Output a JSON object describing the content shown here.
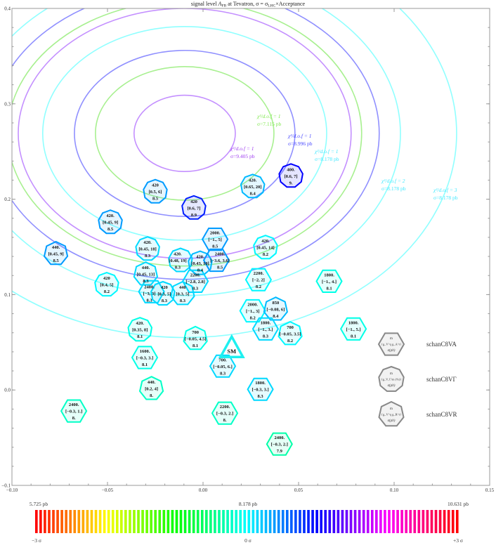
{
  "chart_data": {
    "type": "scatter",
    "title": "signal level A_FB at Tevatron, σ = σ_LHC×Acceptance",
    "title_parts": {
      "pre": "signal level ",
      "sym": "A",
      "sub": "FB",
      "mid": " at Tevatron, σ = σ",
      "sub2": "LHC",
      "post": "×Acceptance"
    },
    "xlim": [
      -0.1,
      0.15
    ],
    "ylim": [
      -0.1,
      0.4
    ],
    "xticks": [
      "−0.10",
      "−0.05",
      "0.00",
      "0.05",
      "0.10",
      "0.15"
    ],
    "xtick_values": [
      -0.1,
      -0.05,
      0.0,
      0.05,
      0.1,
      0.15
    ],
    "yticks": [
      "−0.1",
      "0.0",
      "0.1",
      "0.2",
      "0.3",
      "0.4"
    ],
    "ytick_values": [
      -0.1,
      0.0,
      0.1,
      0.2,
      0.3,
      0.4
    ],
    "grid": false,
    "contours": [
      {
        "color": "#c490ff",
        "cx": -0.0096,
        "cy": 0.269,
        "rx": 0.0265,
        "ry": 0.04
      },
      {
        "color": "#a8f090",
        "cx": -0.0096,
        "cy": 0.269,
        "rx": 0.0467,
        "ry": 0.07
      },
      {
        "color": "#9090ff",
        "cx": -0.0096,
        "cy": 0.269,
        "rx": 0.0577,
        "ry": 0.087
      },
      {
        "color": "#90ffff",
        "cx": -0.0096,
        "cy": 0.269,
        "rx": 0.0743,
        "ry": 0.112
      },
      {
        "color": "#c490ff",
        "cx": -0.0096,
        "cy": 0.269,
        "rx": 0.0871,
        "ry": 0.131
      },
      {
        "color": "#a8f090",
        "cx": -0.0096,
        "cy": 0.269,
        "rx": 0.0926,
        "ry": 0.139
      },
      {
        "color": "#9090ff",
        "cx": -0.0096,
        "cy": 0.269,
        "rx": 0.1018,
        "ry": 0.153
      },
      {
        "color": "#90ffff",
        "cx": -0.0096,
        "cy": 0.269,
        "rx": 0.1129,
        "ry": 0.17
      },
      {
        "color": "#90ffff",
        "cx": -0.0096,
        "cy": 0.269,
        "rx": 0.1423,
        "ry": 0.214
      }
    ],
    "contour_labels": [
      {
        "line1": "χ²/d.o.f = 1",
        "line2": "σ=7.115 pb",
        "color": "#80e850"
      },
      {
        "line1": "χ²/d.o.f = 1",
        "line2": "σ=9.405 pb",
        "color": "#a040f0"
      },
      {
        "line1": "χ²/d.o.f = 1",
        "line2": "σ=8.996 pb",
        "color": "#4a4aff"
      },
      {
        "line1": "χ²/d.o.f = 1",
        "line2": "σ=8.178 pb",
        "color": "#40e8ff"
      },
      {
        "line1": "χ²/d.o.f = 2",
        "line2": "σ=8.178 pb",
        "color": "#40e8ff"
      },
      {
        "line1": "χ²/d.o.f = 3",
        "line2": "σ=8.178 pb",
        "color": "#40e8ff"
      }
    ],
    "points": [
      {
        "x": -0.025,
        "y": 0.208,
        "mass": "420",
        "range": "[0.5, 6]",
        "sigma": "8.5",
        "model": "VG"
      },
      {
        "x": -0.0048,
        "y": 0.191,
        "mass": "420",
        "range": "[0.6, 7]",
        "sigma": "8.9",
        "model": "VG"
      },
      {
        "x": -0.0485,
        "y": 0.176,
        "mass": "420.",
        "range": "[0.45, 9]",
        "sigma": "8.5",
        "model": "VG"
      },
      {
        "x": -0.077,
        "y": 0.143,
        "mass": "440.",
        "range": "[0.45, 9]",
        "sigma": "8.5",
        "model": "VR"
      },
      {
        "x": 0.0063,
        "y": 0.158,
        "mass": "2000.",
        "range": "[−1., 5]",
        "sigma": "8.5",
        "model": "VA"
      },
      {
        "x": -0.029,
        "y": 0.148,
        "mass": "420.",
        "range": "[0.45, 18]",
        "sigma": "8.3",
        "model": "VG"
      },
      {
        "x": -0.0118,
        "y": 0.136,
        "mass": "420.",
        "range": "[0.48, 19]",
        "sigma": "8.3",
        "model": "VG"
      },
      {
        "x": -0.0015,
        "y": 0.133,
        "mass": "420.",
        "range": "[0.43, 10]",
        "sigma": "8.4",
        "model": "VG"
      },
      {
        "x": 0.007,
        "y": 0.136,
        "mass": "2400.",
        "range": "[−3.6, 3.6]",
        "sigma": "8.5",
        "model": "VA"
      },
      {
        "x": -0.03,
        "y": 0.1215,
        "mass": "440.",
        "range": "[0.45, 13]",
        "sigma": "8.3",
        "model": "VR"
      },
      {
        "x": -0.004,
        "y": 0.114,
        "mass": "2200.",
        "range": "[−2.8, 2.8]",
        "sigma": "8.3",
        "model": "VA"
      },
      {
        "x": -0.0504,
        "y": 0.1105,
        "mass": "420",
        "range": "[0.4, 5]",
        "sigma": "8.2",
        "model": "VG"
      },
      {
        "x": -0.027,
        "y": 0.103,
        "mass": "2400.",
        "range": "[−3, 3]",
        "sigma": "8.3",
        "model": "VA"
      },
      {
        "x": -0.021,
        "y": 0.101,
        "mass": "420",
        "range": "[0.3, 5]",
        "sigma": "8.3",
        "model": "VG"
      },
      {
        "x": -0.0107,
        "y": 0.101,
        "mass": "440",
        "range": "[0.3, 5]",
        "sigma": "8.3",
        "model": "VR"
      },
      {
        "x": 0.0327,
        "y": 0.1495,
        "mass": "420.",
        "range": "[0.45, 14]",
        "sigma": "8.2",
        "model": "VG"
      },
      {
        "x": 0.026,
        "y": 0.2135,
        "mass": "420.",
        "range": "[0.65, 20]",
        "sigma": "8.4",
        "model": "VG"
      },
      {
        "x": 0.046,
        "y": 0.2245,
        "mass": "400.",
        "range": "[0.6, 7]",
        "sigma": "9.",
        "model": "VG"
      },
      {
        "x": 0.029,
        "y": 0.1156,
        "mass": "2200.",
        "range": "[−2, 2]",
        "sigma": "8.2",
        "model": "VA"
      },
      {
        "x": 0.066,
        "y": 0.114,
        "mass": "1800.",
        "range": "[−1., 4.]",
        "sigma": "8.1",
        "model": "VA"
      },
      {
        "x": 0.026,
        "y": 0.083,
        "mass": "2000.",
        "range": "[−1., 3]",
        "sigma": "8.2",
        "model": "VA"
      },
      {
        "x": 0.038,
        "y": 0.0847,
        "mass": "850",
        "range": "[−0.08, 6]",
        "sigma": "8.4",
        "model": "VR"
      },
      {
        "x": 0.0327,
        "y": 0.064,
        "mass": "1800.",
        "range": "[−1., 3.]",
        "sigma": "8.3",
        "model": "VA"
      },
      {
        "x": 0.0456,
        "y": 0.059,
        "mass": "700",
        "range": "[−0.05, 3.5]",
        "sigma": "8.2",
        "model": "VR"
      },
      {
        "x": 0.0787,
        "y": 0.064,
        "mass": "1800.",
        "range": "[−1., 5.]",
        "sigma": "8.1",
        "model": "VA"
      },
      {
        "x": -0.033,
        "y": 0.0633,
        "mass": "420.",
        "range": "[0.35, 8]",
        "sigma": "8.1",
        "model": "VG"
      },
      {
        "x": -0.004,
        "y": 0.054,
        "mass": "700",
        "range": "[−0.05, 4.5]",
        "sigma": "8.1",
        "model": "VR"
      },
      {
        "x": -0.0305,
        "y": 0.034,
        "mass": "1600.",
        "range": "[−0.3, 3.]",
        "sigma": "8.1",
        "model": "VA"
      },
      {
        "x": 0.0103,
        "y": 0.025,
        "mass": "700.",
        "range": "[−0.05, 6.]",
        "sigma": "8.3",
        "model": "VA"
      },
      {
        "x": -0.027,
        "y": 0.0015,
        "mass": "440.",
        "range": "[0.2, 4]",
        "sigma": "8.",
        "model": "VR"
      },
      {
        "x": 0.03,
        "y": 0.0007,
        "mass": "1800.",
        "range": "[−0.3, 3.]",
        "sigma": "8.3",
        "model": "VA"
      },
      {
        "x": -0.0676,
        "y": -0.022,
        "mass": "2400.",
        "range": "[−0.3, 1.]",
        "sigma": "8.",
        "model": "VA"
      },
      {
        "x": 0.0114,
        "y": -0.0243,
        "mass": "2200.",
        "range": "[−0.3, 2.]",
        "sigma": "8.",
        "model": "VA"
      },
      {
        "x": 0.04,
        "y": -0.0567,
        "mass": "2400.",
        "range": "[−0.3, 2.]",
        "sigma": "7.9",
        "model": "VA"
      }
    ],
    "sm_point": {
      "x": 0.015,
      "y": 0.0427,
      "label": "SM"
    },
    "legend": {
      "placement": "right",
      "entries": [
        {
          "model": "VA",
          "label": "schanC8VA",
          "l1": "m",
          "l2": "{g_V^q g_A^t}",
          "l3": "σ(pb)"
        },
        {
          "model": "VG",
          "label": "schanC8VΓ",
          "l1": "m",
          "l2": "{g_V, Γ/m (%)}",
          "l3": "σ(pb)"
        },
        {
          "model": "VR",
          "label": "schanC8VR",
          "l1": "m",
          "l2": "{g_V^q g_R^t}",
          "l3": "σ(pb)"
        }
      ]
    },
    "colorbar": {
      "min_label": "5.725 pb",
      "mid_label": "8.178 pb",
      "max_label": "10.631 pb",
      "min_value": 5.725,
      "mid_value": 8.178,
      "max_value": 10.631,
      "low_sigma": "−3 σ",
      "mid_sigma": "0 σ",
      "high_sigma": "+3 σ",
      "colors": "hue gradient red → yellow → green → cyan → blue → magenta → red"
    }
  }
}
